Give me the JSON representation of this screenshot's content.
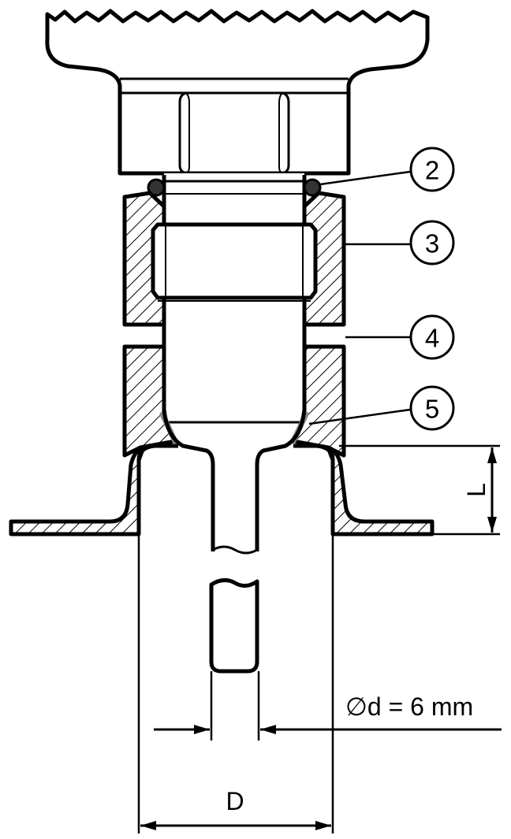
{
  "callouts": [
    {
      "id": "2",
      "label": "2"
    },
    {
      "id": "3",
      "label": "3"
    },
    {
      "id": "4",
      "label": "4"
    },
    {
      "id": "5",
      "label": "5"
    }
  ],
  "dimensions": {
    "length_label": "L",
    "diameter_label": "D",
    "rod_diameter_label": "∅d = 6 mm"
  },
  "colors": {
    "ink": "#000000",
    "seal": "#8a8a8a"
  }
}
